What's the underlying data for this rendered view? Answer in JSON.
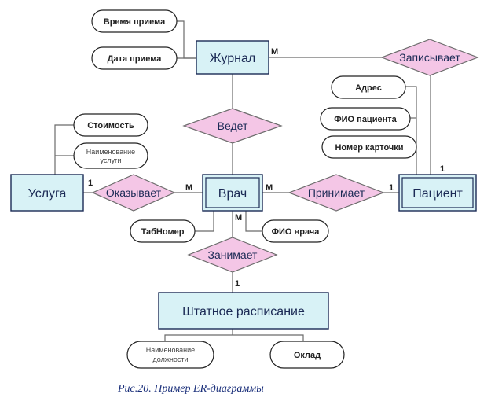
{
  "entities": {
    "journal": "Журнал",
    "service": "Услуга",
    "doctor": "Врач",
    "patient": "Пациент",
    "staff": "Штатное расписание"
  },
  "relationships": {
    "records": "Записывает",
    "keeps": "Ведет",
    "provides": "Оказывает",
    "receives": "Принимает",
    "occupies": "Занимает"
  },
  "attributes": {
    "visit_time": "Время приема",
    "visit_date": "Дата приема",
    "address": "Адрес",
    "patient_name": "ФИО пациента",
    "card_number": "Номер карточки",
    "cost": "Стоимость",
    "service_name_1": "Наименование",
    "service_name_2": "услуги",
    "tab_number": "ТабНомер",
    "doctor_name": "ФИО врача",
    "position_name_1": "Наименование",
    "position_name_2": "должности",
    "salary": "Оклад"
  },
  "cardinalities": {
    "journal_records": "M",
    "patient_records": "1",
    "service_provides": "1",
    "doctor_provides": "M",
    "doctor_receives": "M",
    "patient_receives": "1",
    "doctor_occupies": "M",
    "staff_occupies": "1"
  },
  "caption": "Рис.20. Пример ER-диаграммы"
}
